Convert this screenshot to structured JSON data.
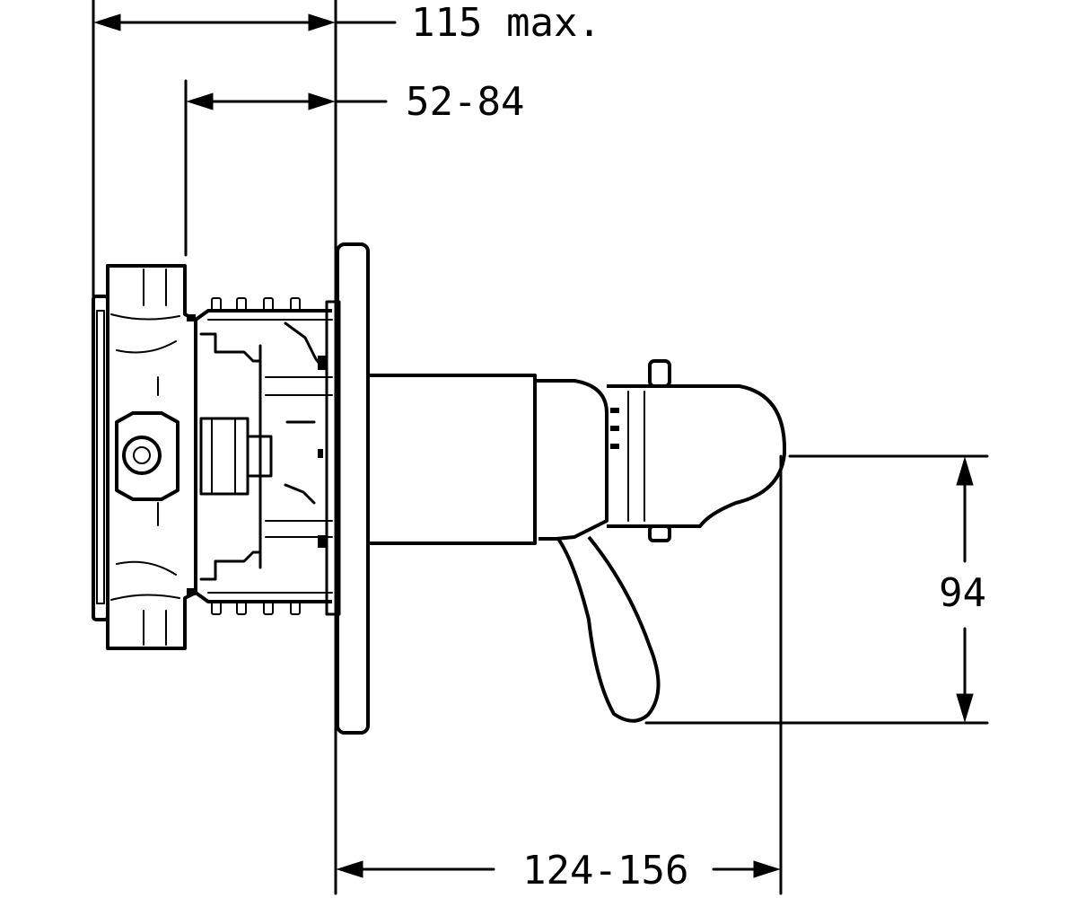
{
  "diagram": {
    "dimensions": {
      "overall_depth": "115 max.",
      "wall_depth_range": "52-84",
      "handle_height": "94",
      "projection_range": "124-156"
    },
    "ink_color": "#000000",
    "background_color": "#ffffff"
  }
}
